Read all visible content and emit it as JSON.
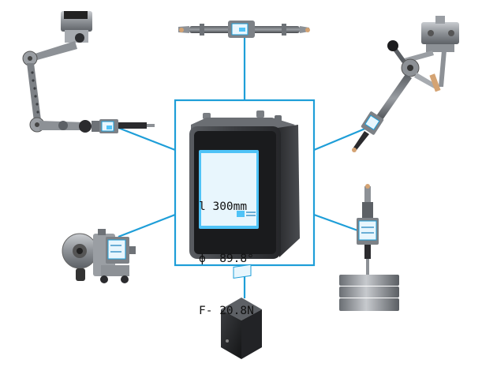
{
  "hub": {
    "display": {
      "line1": "l 300mm",
      "line2": "ϕ  89.8°",
      "line3": "F- 20.8N"
    }
  },
  "colors": {
    "connector": "#1e9ed8",
    "hub_frame": "#1e9ed8",
    "screen": "#4fc3f7",
    "device_body": "#3a3a3e",
    "metal": "#8d9196",
    "dark_metal": "#2b2b2e",
    "tip": "#d4a373"
  },
  "icons": [
    "instrument-icon"
  ]
}
